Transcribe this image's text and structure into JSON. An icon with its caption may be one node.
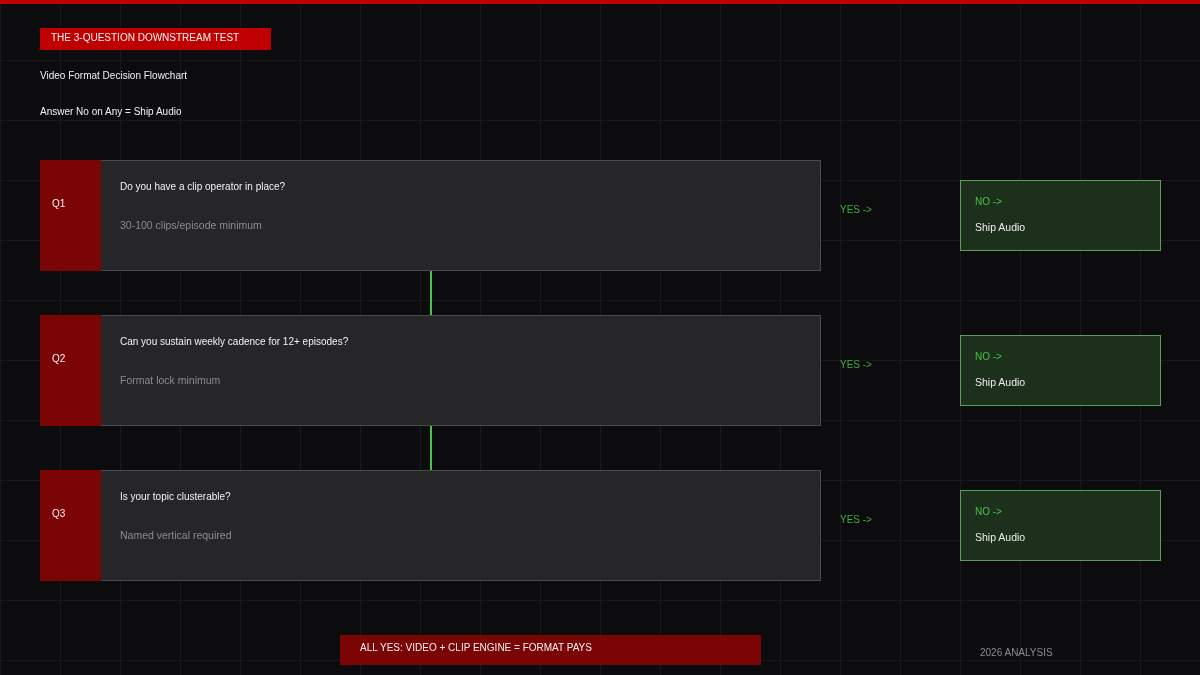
{
  "diagram": {
    "title": "THE 3-QUESTION DOWNSTREAM TEST",
    "nodes": [
      {
        "text": [
          "Q1",
          "Do you have a clip operator in place?",
          "30-100 clips/episode minimum"
        ],
        "beside": [
          "YES ->"
        ]
      },
      {
        "text": [
          "NO ->",
          "Ship Audio"
        ]
      },
      {
        "text": [
          "Q2",
          "Can you sustain weekly cadence for 12+ episodes?",
          "Format lock minimum"
        ],
        "beside": [
          "YES ->"
        ]
      },
      {
        "text": [
          "NO ->",
          "Ship Audio"
        ]
      },
      {
        "text": [
          "Q3",
          "Is your topic clusterable?",
          "Named vertical required"
        ],
        "beside": [
          "YES ->"
        ]
      },
      {
        "text": [
          "NO ->",
          "Ship Audio"
        ]
      },
      {
        "text": [
          "ALL YES: VIDEO + CLIP ENGINE = FORMAT PAYS"
        ]
      }
    ],
    "edges": [
      {
        "from": 0,
        "to": 2,
        "arrow": "none"
      },
      {
        "from": 2,
        "to": 4,
        "arrow": "none"
      }
    ],
    "labels": [
      "Video Format Decision Flowchart",
      "Answer No on Any = Ship Audio",
      "2026 ANALYSIS"
    ]
  }
}
